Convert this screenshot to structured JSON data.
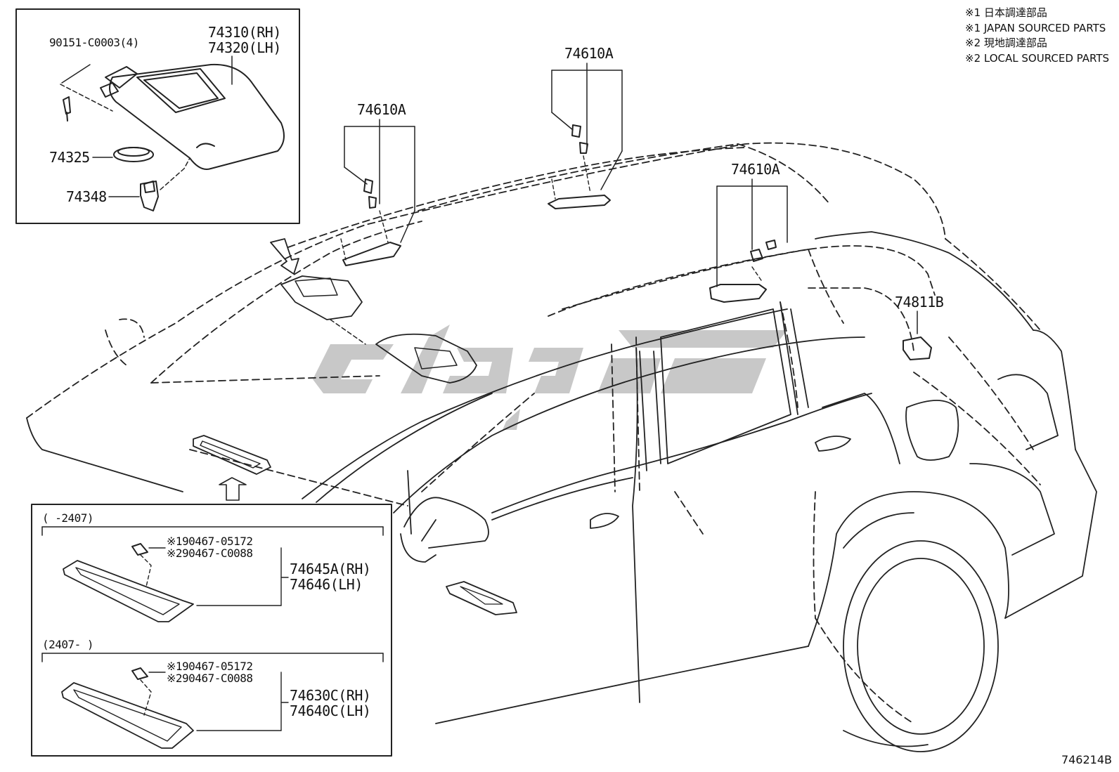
{
  "notes": [
    "※1 日本調達部品",
    "※1 JAPAN SOURCED PARTS",
    "※2 現地調達部品",
    "※2 LOCAL SOURCED PARTS"
  ],
  "visor_inset": {
    "screw": "90151-C0003(4)",
    "visor_rh": "74310(RH)",
    "visor_lh": "74320(LH)",
    "holder": "74325",
    "clip": "74348"
  },
  "assist_grip_labels": [
    "74610A",
    "74610A",
    "74610A"
  ],
  "lamp_label": "74811B",
  "sunshade_inset": {
    "period_1": "(     -2407)",
    "period_1_clips": [
      "※190467-05172",
      "※290467-C0088"
    ],
    "period_1_parts": [
      "74645A(RH)",
      "74646(LH)"
    ],
    "period_2": "(2407-     )",
    "period_2_clips": [
      "※190467-05172",
      "※290467-C0088"
    ],
    "period_2_parts": [
      "74630C(RH)",
      "74640C(LH)"
    ]
  },
  "diagram_id": "746214B"
}
